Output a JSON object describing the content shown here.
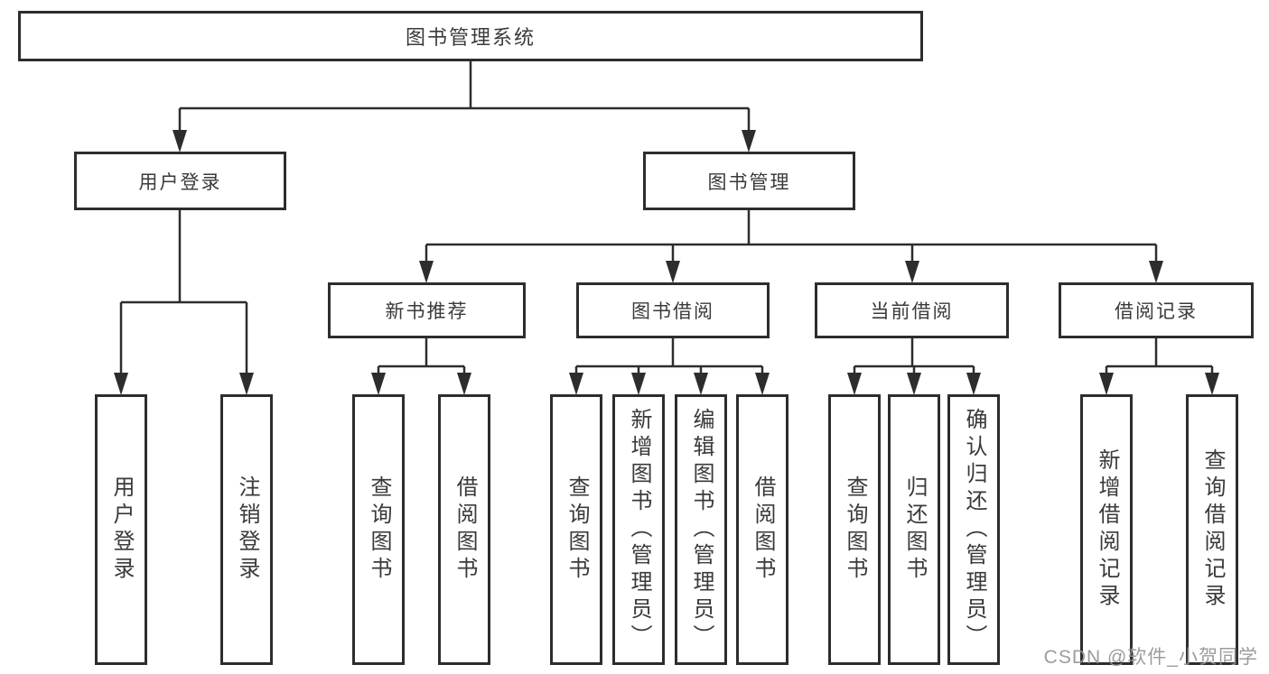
{
  "nodes": {
    "root": "图书管理系统",
    "user_login": "用户登录",
    "book_mgmt": "图书管理",
    "new_book_rec": "新书推荐",
    "book_borrow": "图书借阅",
    "current_borrow": "当前借阅",
    "borrow_records": "借阅记录",
    "leaf_user_login": "用户登录",
    "leaf_logout": "注销登录",
    "rec_query_books": "查询图书",
    "rec_borrow_books": "借阅图书",
    "bb_query_books": "查询图书",
    "bb_add_books": "新增图书（管理员）",
    "bb_edit_books": "编辑图书（管理员）",
    "bb_borrow_books": "借阅图书",
    "cb_query_books": "查询图书",
    "cb_return_books": "归还图书",
    "cb_confirm_return": "确认归还（管理员）",
    "br_add_record": "新增借阅记录",
    "br_query_record": "查询借阅记录"
  },
  "watermark": "CSDN @软件_小贺同学",
  "colors": {
    "line": "#2d2d2d",
    "text": "#3a3a3a",
    "background": "#ffffff",
    "watermark": "#949494"
  }
}
